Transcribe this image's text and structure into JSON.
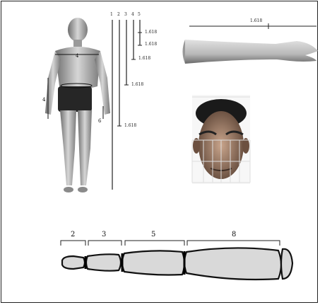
{
  "body": {
    "shoulder_label": "4",
    "torso_label": "4",
    "hip_label": "6"
  },
  "ruler": {
    "column_labels": [
      "1",
      "2",
      "3",
      "4",
      "5"
    ],
    "ratio_labels": [
      "1.618",
      "1.618",
      "1.618",
      "1.618",
      "1.618"
    ]
  },
  "arm": {
    "ratio_label": "1.618"
  },
  "finger": {
    "segment_labels": [
      "2",
      "3",
      "5",
      "8"
    ]
  },
  "colors": {
    "line": "#222222",
    "bone_fill": "#d9d9d9",
    "bone_stroke": "#111111"
  }
}
